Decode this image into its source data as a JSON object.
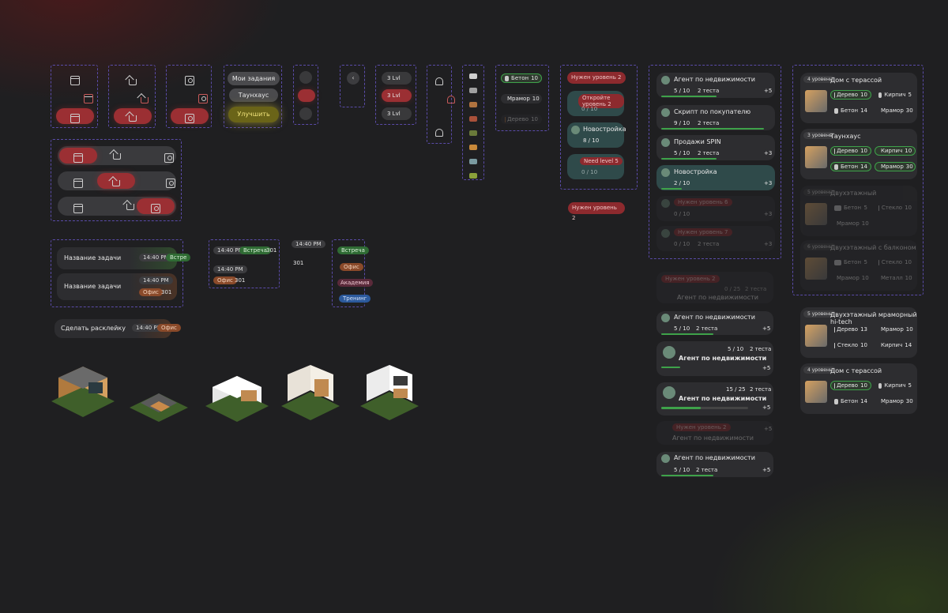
{
  "tabs": {
    "my_tasks": "Мои задания",
    "townhouse": "Таунхаус",
    "upgrade": "Улучшить"
  },
  "lvl": {
    "l1": "3 Lvl",
    "l2": "3 Lvl",
    "l3": "3 Lvl"
  },
  "res_small": {
    "r1_name": "Бетон",
    "r1_val": "10",
    "r2_name": "Мрамор",
    "r2_val": "10",
    "r3_name": "Дерево",
    "r3_val": "10"
  },
  "need": {
    "n1": "Нужен уровень 2",
    "open": "Откройте уровень 2",
    "prog": "0 / 10",
    "title": "Новостройка",
    "prog2": "8 / 10",
    "need5": "Need level 5",
    "prog3": "0 / 10",
    "n2": "Нужен уровень 2"
  },
  "tasks": {
    "t1": "Название задачи",
    "t1_time": "14:40 PM",
    "t1_tag": "Встре",
    "t2": "Название задачи",
    "t2_time": "14:40 PM",
    "t2_tag": "Офис",
    "t2_num": "301",
    "t3": "Сделать расклейку",
    "t3_time": "14:40 PM",
    "t3_tag": "Офис"
  },
  "meet": {
    "time1": "14:40 PM",
    "tag1": "Встреча",
    "num1": "301",
    "time2": "14:40 PM",
    "tag2": "Офис",
    "num2": "301",
    "time3": "14:40 PM",
    "num3": "301"
  },
  "tags": {
    "a": "Встреча",
    "b": "Офис",
    "c": "Академия",
    "d": "Тренинг"
  },
  "agents": [
    {
      "title": "Агент по недвижимости",
      "prog": "5 / 10",
      "tests": "2 теста",
      "plus": "+5"
    },
    {
      "title": "Скрипт по покупателю",
      "prog": "9 / 10",
      "tests": "2 теста",
      "plus": ""
    },
    {
      "title": "Продажи SPIN",
      "prog": "5 / 10",
      "tests": "2 теста",
      "plus": "+3"
    },
    {
      "title": "Новостройка",
      "prog": "2 / 10",
      "tests": "",
      "plus": "+3"
    },
    {
      "need": "Нужен уровень 6",
      "prog": "0 / 10",
      "plus": "+3"
    },
    {
      "need": "Нужен уровень 7",
      "prog": "0 / 10",
      "tests": "2 теста",
      "plus": "+3"
    }
  ],
  "agents2": {
    "a1_need": "Нужен уровень 2",
    "a1_prog": "0 / 25",
    "a1_tests": "2 теста",
    "a1_title": "Агент по недвижимости",
    "a2_title": "Агент по недвижимости",
    "a2_prog": "5 / 10",
    "a2_tests": "2 теста",
    "a2_plus": "+5",
    "a3_prog": "5 / 10",
    "a3_tests": "2 теста",
    "a3_title": "Агент по недвижимости",
    "a3_plus": "+5",
    "a4_prog": "15 / 25",
    "a4_tests": "2 теста",
    "a4_title": "Агент по недвижимости",
    "a4_plus": "+5",
    "a5_need": "Нужен уровень 2",
    "a5_title": "Агент по недвижимости",
    "a5_plus": "+5",
    "a6_title": "Агент по недвижимости",
    "a6_prog": "5 / 10",
    "a6_tests": "2 теста",
    "a6_plus": "+5"
  },
  "houses": [
    {
      "lvl": "4 уровень",
      "name": "Дом с терассой",
      "r": [
        [
          "Дерево",
          "10"
        ],
        [
          "Кирпич",
          "5"
        ],
        [
          "Бетон",
          "14"
        ],
        [
          "Мрамор",
          "30"
        ]
      ]
    },
    {
      "lvl": "3 уровень",
      "name": "Таунхаус",
      "r": [
        [
          "Дерево",
          "10"
        ],
        [
          "Кирпич",
          "10"
        ],
        [
          "Бетон",
          "14"
        ],
        [
          "Мрамор",
          "30"
        ]
      ]
    },
    {
      "lvl": "5 уровень",
      "name": "Двухэтажный",
      "r": [
        [
          "Бетон",
          "5"
        ],
        [
          "Стекло",
          "10"
        ],
        [
          "Мрамор",
          "10"
        ],
        [
          "",
          ""
        ]
      ]
    },
    {
      "lvl": "6 уровень",
      "name": "Двухэтажный с балконом",
      "r": [
        [
          "Бетон",
          "5"
        ],
        [
          "Стекло",
          "10"
        ],
        [
          "Мрамор",
          "10"
        ],
        [
          "Металл",
          "10"
        ]
      ]
    },
    {
      "lvl": "5 уровень",
      "name": "Двухэтажный мраморный hi-tech",
      "r": [
        [
          "Дерево",
          "13"
        ],
        [
          "Мрамор",
          "10"
        ],
        [
          "Стекло",
          "10"
        ],
        [
          "Кирпич",
          "14"
        ]
      ]
    },
    {
      "lvl": "4 уровень",
      "name": "Дом с терассой",
      "r": [
        [
          "Дерево",
          "10"
        ],
        [
          "Кирпич",
          "5"
        ],
        [
          "Бетон",
          "14"
        ],
        [
          "Мрамор",
          "30"
        ]
      ]
    }
  ]
}
